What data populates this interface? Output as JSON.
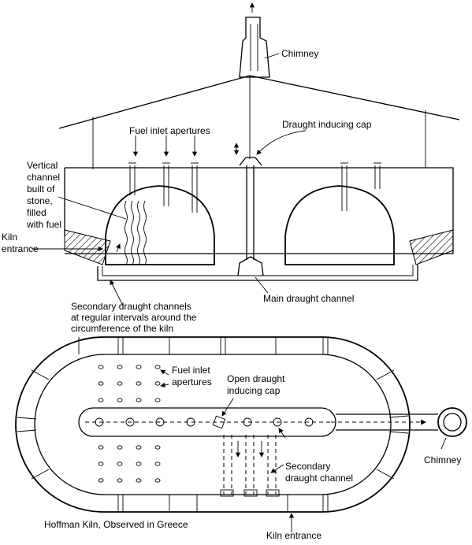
{
  "labels": {
    "chimney_top": "Chimney",
    "fuel_inlet_apertures": "Fuel inlet apertures",
    "draught_inducing_cap": "Draught inducing cap",
    "vertical_channel": [
      "Vertical",
      "channel",
      "built of",
      "stone,",
      "filled",
      "with fuel"
    ],
    "kiln_entrance_side": [
      "Kiln",
      "entrance"
    ],
    "secondary_channels": [
      "Secondary draught channels",
      "at regular intervals around the",
      "circumference of the kiln"
    ],
    "main_draught_channel": "Main draught channel",
    "plan_fuel_inlet": [
      "Fuel inlet",
      "apertures"
    ],
    "open_draught_cap": [
      "Open draught",
      "inducing cap"
    ],
    "secondary_draught_channel": [
      "Secondary",
      "draught channel"
    ],
    "chimney_plan": "Chimney",
    "caption": "Hoffman Kiln, Observed in Greece",
    "kiln_entrance_bottom": "Kiln entrance"
  }
}
